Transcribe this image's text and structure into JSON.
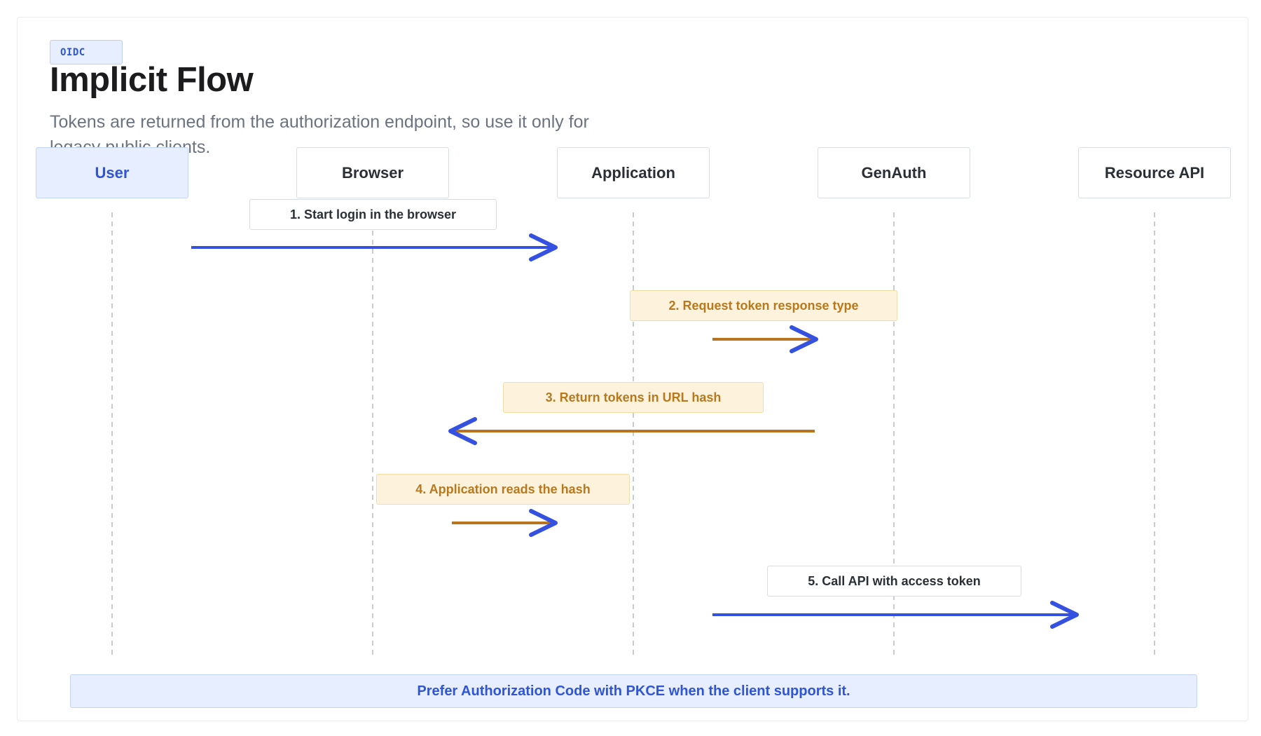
{
  "header": {
    "badge": "OIDC",
    "title": "Implicit Flow",
    "subtitle": "Tokens are returned from the authorization endpoint, so use it only for legacy public clients."
  },
  "actors": [
    {
      "id": "user",
      "label": "User"
    },
    {
      "id": "browser",
      "label": "Browser"
    },
    {
      "id": "application",
      "label": "Application"
    },
    {
      "id": "genauth",
      "label": "GenAuth"
    },
    {
      "id": "resource-api",
      "label": "Resource API"
    }
  ],
  "messages": [
    {
      "label": "1. Start login in the browser",
      "from": "user",
      "to": "application",
      "style": "primary"
    },
    {
      "label": "2. Request token response type",
      "from": "application",
      "to": "genauth",
      "style": "warning"
    },
    {
      "label": "3. Return tokens in URL hash",
      "from": "genauth",
      "to": "browser",
      "style": "warning"
    },
    {
      "label": "4. Application reads the hash",
      "from": "browser",
      "to": "application",
      "style": "warning"
    },
    {
      "label": "5. Call API with access token",
      "from": "application",
      "to": "resource-api",
      "style": "primary"
    }
  ],
  "note": "Prefer Authorization Code with PKCE when the client supports it.",
  "colors": {
    "accent": "#2f55d4",
    "arrow_primary": "#3451e0",
    "arrow_warning": "#b8741e",
    "warning_bg": "#fdf3dc",
    "lifeline": "#c8ccd2"
  }
}
